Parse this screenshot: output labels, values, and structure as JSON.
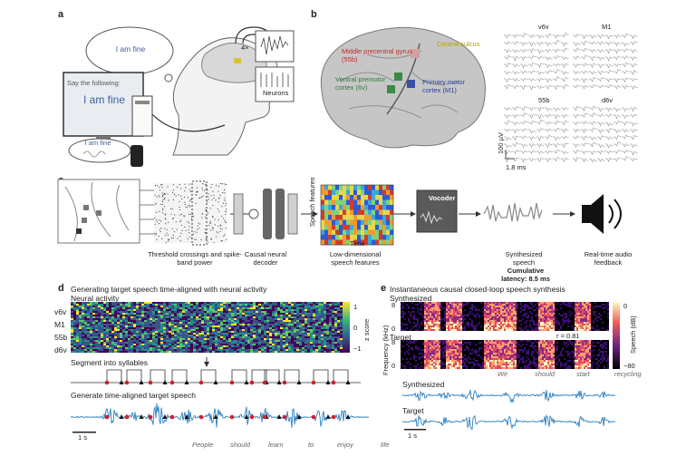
{
  "panels": {
    "a": "a",
    "b": "b",
    "c": "c",
    "d": "d",
    "e": "e"
  },
  "a": {
    "bubble_text": "I am fine",
    "screen_prompt": "Say the following:",
    "screen_text": "I am fine",
    "speech_bubble": "I am fine",
    "multiplier": "4×",
    "neurons_label": "Neurons"
  },
  "b": {
    "brain_labels": [
      "Middle precentral gyrus (55b)",
      "Ventral premotor cortex (6v)",
      "Primary motor cortex (M1)",
      "Central sulcus"
    ],
    "array_titles": [
      "v6v",
      "M1",
      "55b",
      "d6v"
    ],
    "scale_v": "100 µV",
    "scale_t": "1.8 ms"
  },
  "c": {
    "step1": "Threshold crossings and spike-band power",
    "step2": "Causal neural decoder",
    "step3": "Low-dimensional speech features",
    "step4": "Synthesized speech",
    "step5": "Real-time audio feedback",
    "feat_axis_y": "Speech features",
    "feat_axis_x": "Time",
    "vocoder": "Vocoder",
    "latency_title": "Cumulative",
    "latency_value": "latency: 8.5 ms"
  },
  "d": {
    "title": "Generating target speech time-aligned with neural activity",
    "neural_label": "Neural activity",
    "rows": [
      "v6v",
      "M1",
      "55b",
      "d6v"
    ],
    "colorbar_ticks": [
      "1",
      "0",
      "−1"
    ],
    "colorbar_label": "z score",
    "segment_label": "Segment into syllables",
    "generate_label": "Generate time-aligned target speech",
    "scale": "1 s",
    "words": [
      "People",
      "should",
      "learn",
      "to",
      "enjoy",
      "life"
    ]
  },
  "e": {
    "title": "Instantaneous causal closed-loop speech synthesis",
    "synth_label": "Synthesized",
    "target_label": "Target",
    "yaxis": "Frequency (kHz)",
    "yticks": [
      "8",
      "0",
      "8",
      "0"
    ],
    "colorbar_ticks": [
      "0",
      "−80"
    ],
    "colorbar_label": "Speech (dB)",
    "r_value": "r = 0.81",
    "words": [
      "We",
      "should",
      "start",
      "recycling"
    ],
    "wave_synth": "Synthesized",
    "wave_target": "Target",
    "scale": "1 s"
  },
  "colors": {
    "wave": "#2a7fc0",
    "accent_red": "#d0202a",
    "decoder_dark": "#555555"
  }
}
